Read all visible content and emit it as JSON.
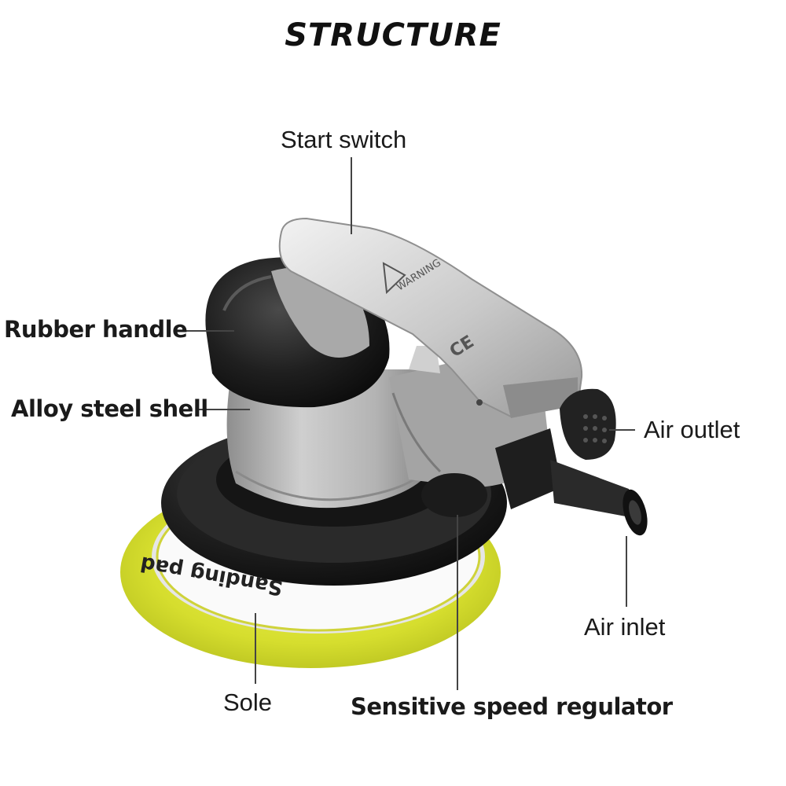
{
  "title": "STRUCTURE",
  "labels": {
    "start_switch": "Start switch",
    "rubber_handle": "Rubber handle",
    "alloy_steel_shell": "Alloy steel shell",
    "air_outlet": "Air outlet",
    "air_inlet": "Air inlet",
    "sole": "Sole",
    "speed_regulator": "Sensitive speed regulator"
  },
  "product_markings": {
    "lever_warning": "WARNING",
    "certification": "CE",
    "pad_text": "Sanding pad"
  },
  "colors": {
    "pad": "#dde33a",
    "rubber": "#1c1c1c",
    "metal": "#b9b9b9",
    "chrome": "#d9d9d9"
  }
}
